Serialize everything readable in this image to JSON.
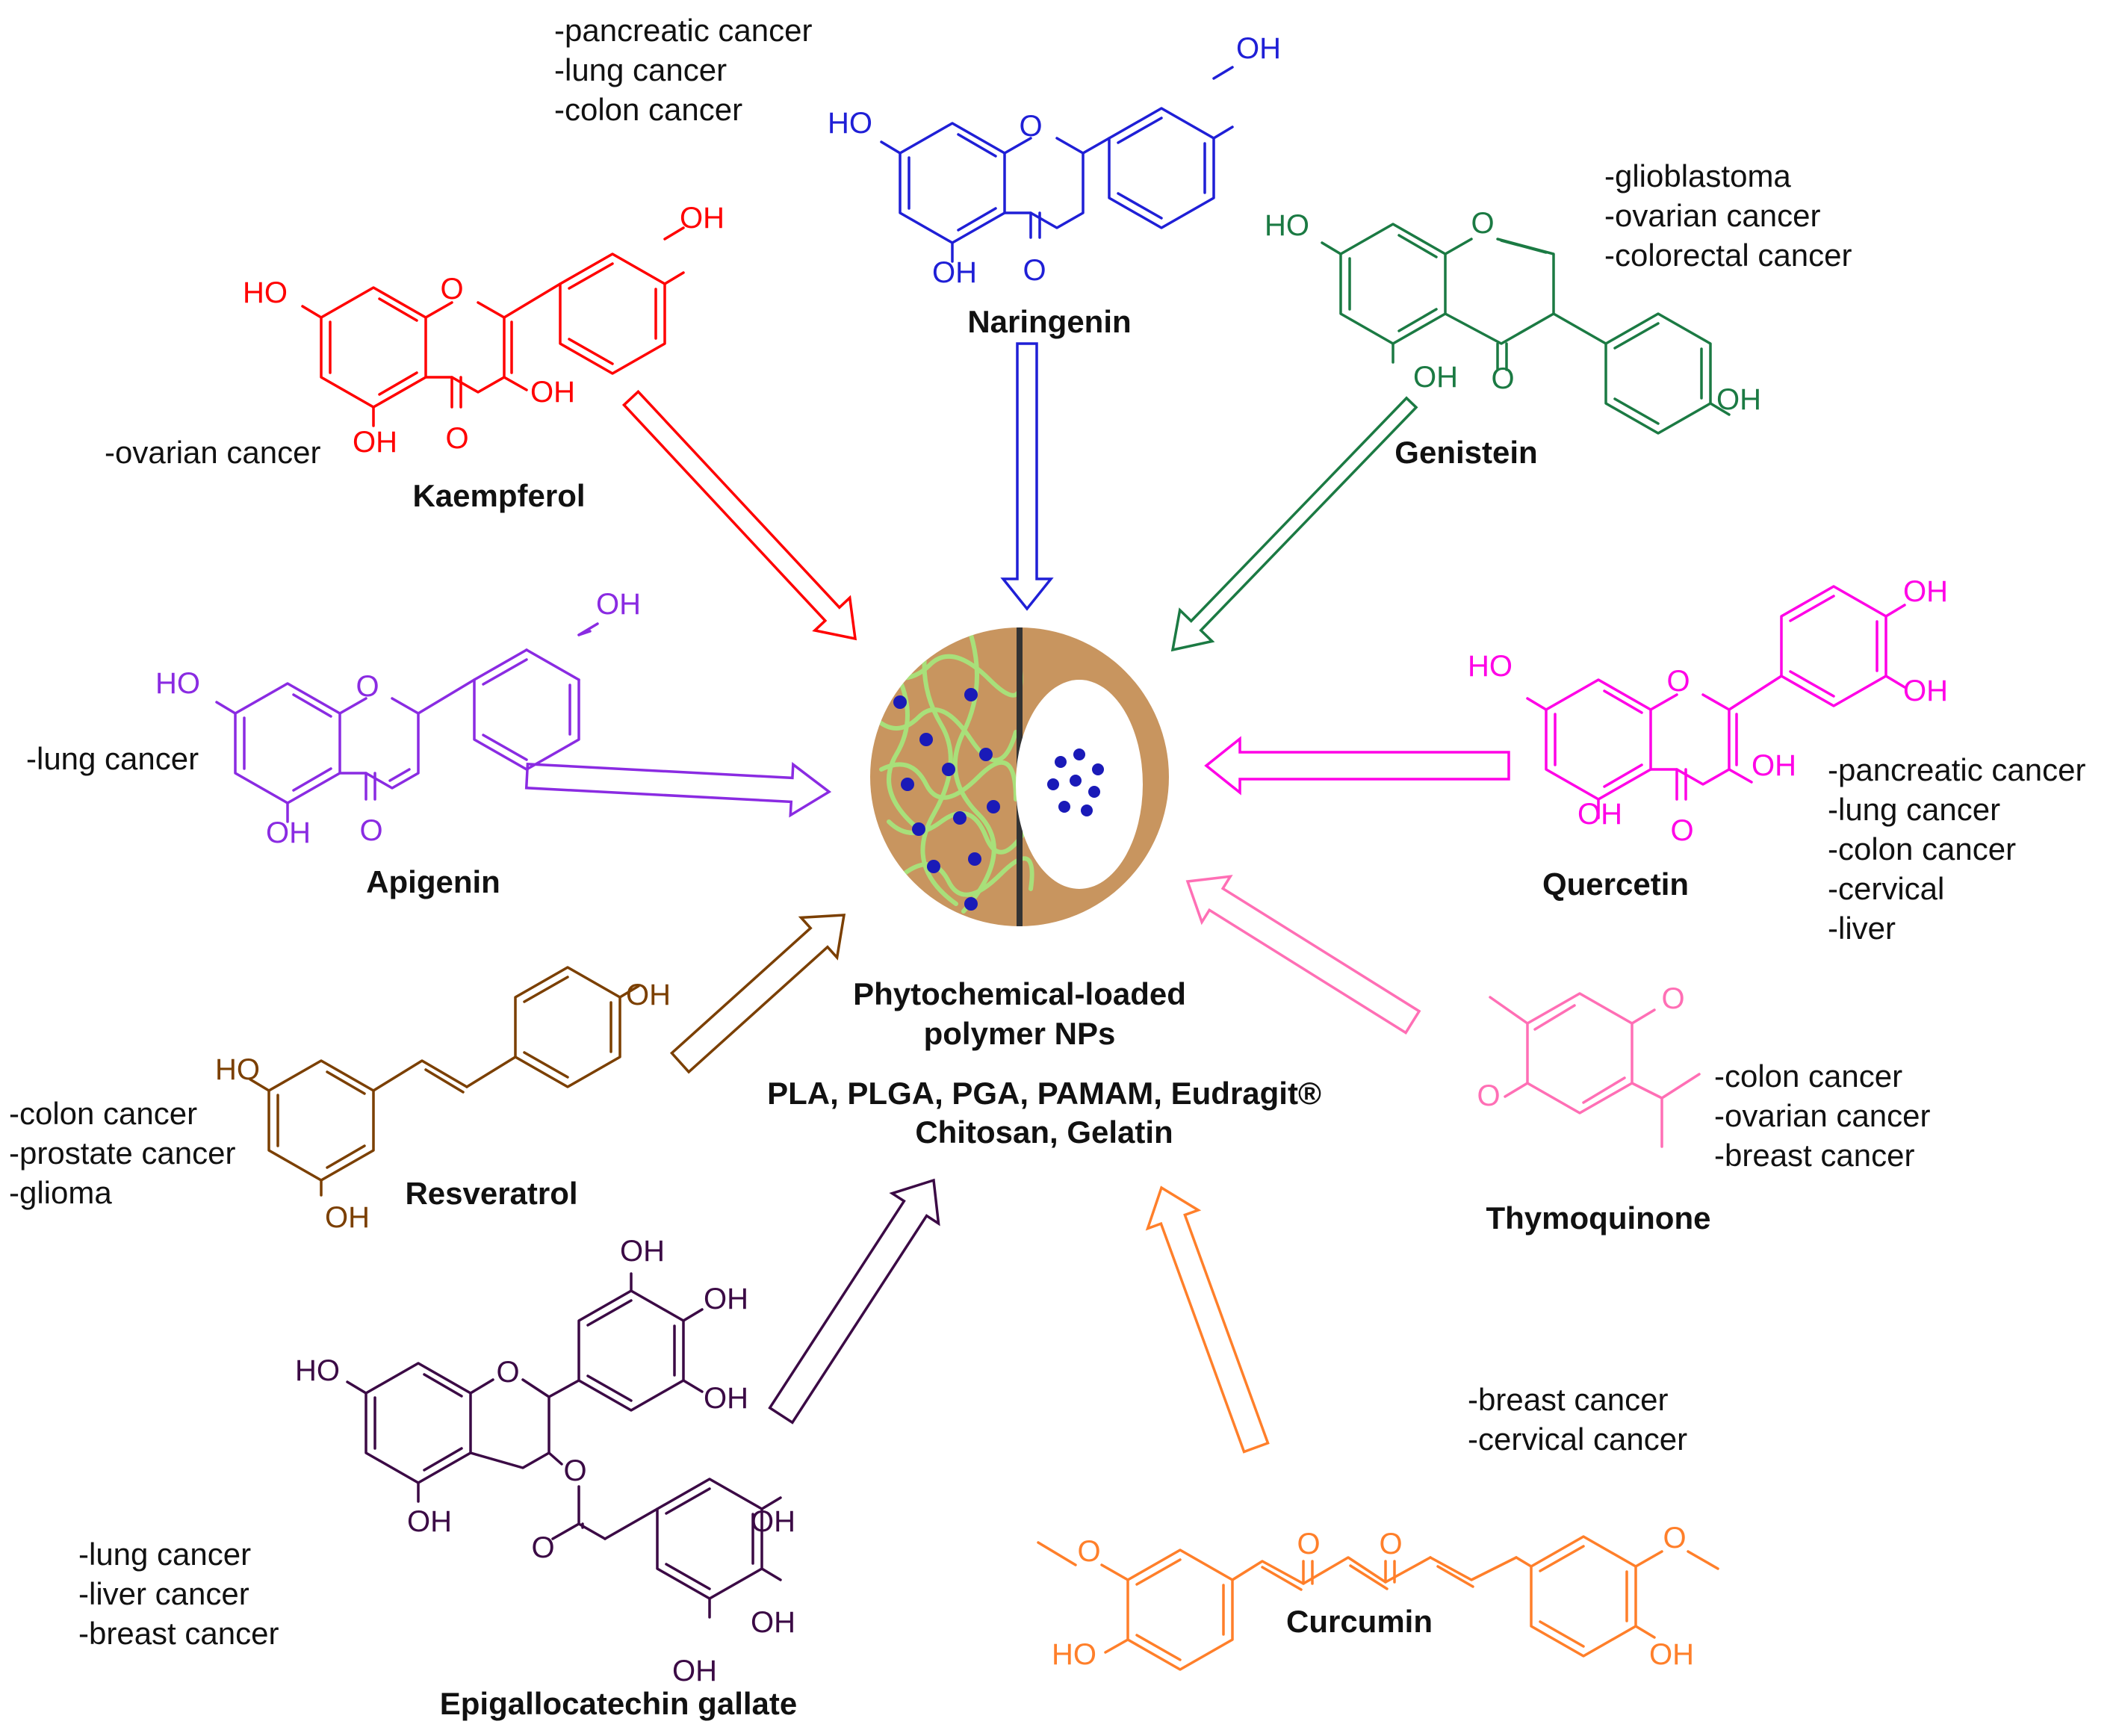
{
  "colors": {
    "kaempferol": "#ff0000",
    "naringenin": "#1f1fd6",
    "genistein": "#1b7a43",
    "apigenin": "#8a2be2",
    "quercetin": "#ff00e6",
    "resveratrol": "#7b3f00",
    "thymoquinone": "#ff6fb5",
    "epigallocatechin": "#3b0a45",
    "curcumin": "#ff7f2a",
    "particle_shell": "#c8955f",
    "particle_fiber": "#a8e07a",
    "particle_dot": "#1a1ab8"
  },
  "compounds": {
    "naringenin": {
      "name": "Naringenin",
      "cancers": [
        "-pancreatic cancer",
        "-lung cancer",
        "-colon cancer"
      ]
    },
    "kaempferol": {
      "name": "Kaempferol",
      "cancers": [
        "-ovarian cancer"
      ]
    },
    "genistein": {
      "name": "Genistein",
      "cancers": [
        "-glioblastoma",
        "-ovarian cancer",
        "-colorectal cancer"
      ]
    },
    "apigenin": {
      "name": "Apigenin",
      "cancers": [
        "-lung cancer"
      ]
    },
    "quercetin": {
      "name": "Quercetin",
      "cancers": [
        "-pancreatic cancer",
        "-lung cancer",
        "-colon cancer",
        "-cervical",
        "-liver"
      ]
    },
    "resveratrol": {
      "name": "Resveratrol",
      "cancers": [
        "-colon cancer",
        "-prostate cancer",
        "-glioma"
      ]
    },
    "thymoquinone": {
      "name": "Thymoquinone",
      "cancers": [
        "-colon cancer",
        "-ovarian cancer",
        "-breast cancer"
      ]
    },
    "epigallocatechin": {
      "name": "Epigallocatechin gallate",
      "cancers": [
        "-lung cancer",
        "-liver cancer",
        "-breast cancer"
      ]
    },
    "curcumin": {
      "name": "Curcumin",
      "cancers": [
        "-breast cancer",
        "-cervical cancer"
      ]
    }
  },
  "center": {
    "title_line1": "Phytochemical-loaded",
    "title_line2": "polymer NPs",
    "polymers_line1": "PLA, PLGA, PGA, PAMAM, Eudragit®",
    "polymers_line2": "Chitosan, Gelatin"
  },
  "atoms": {
    "oh": "OH",
    "ho": "HO",
    "o": "O"
  }
}
